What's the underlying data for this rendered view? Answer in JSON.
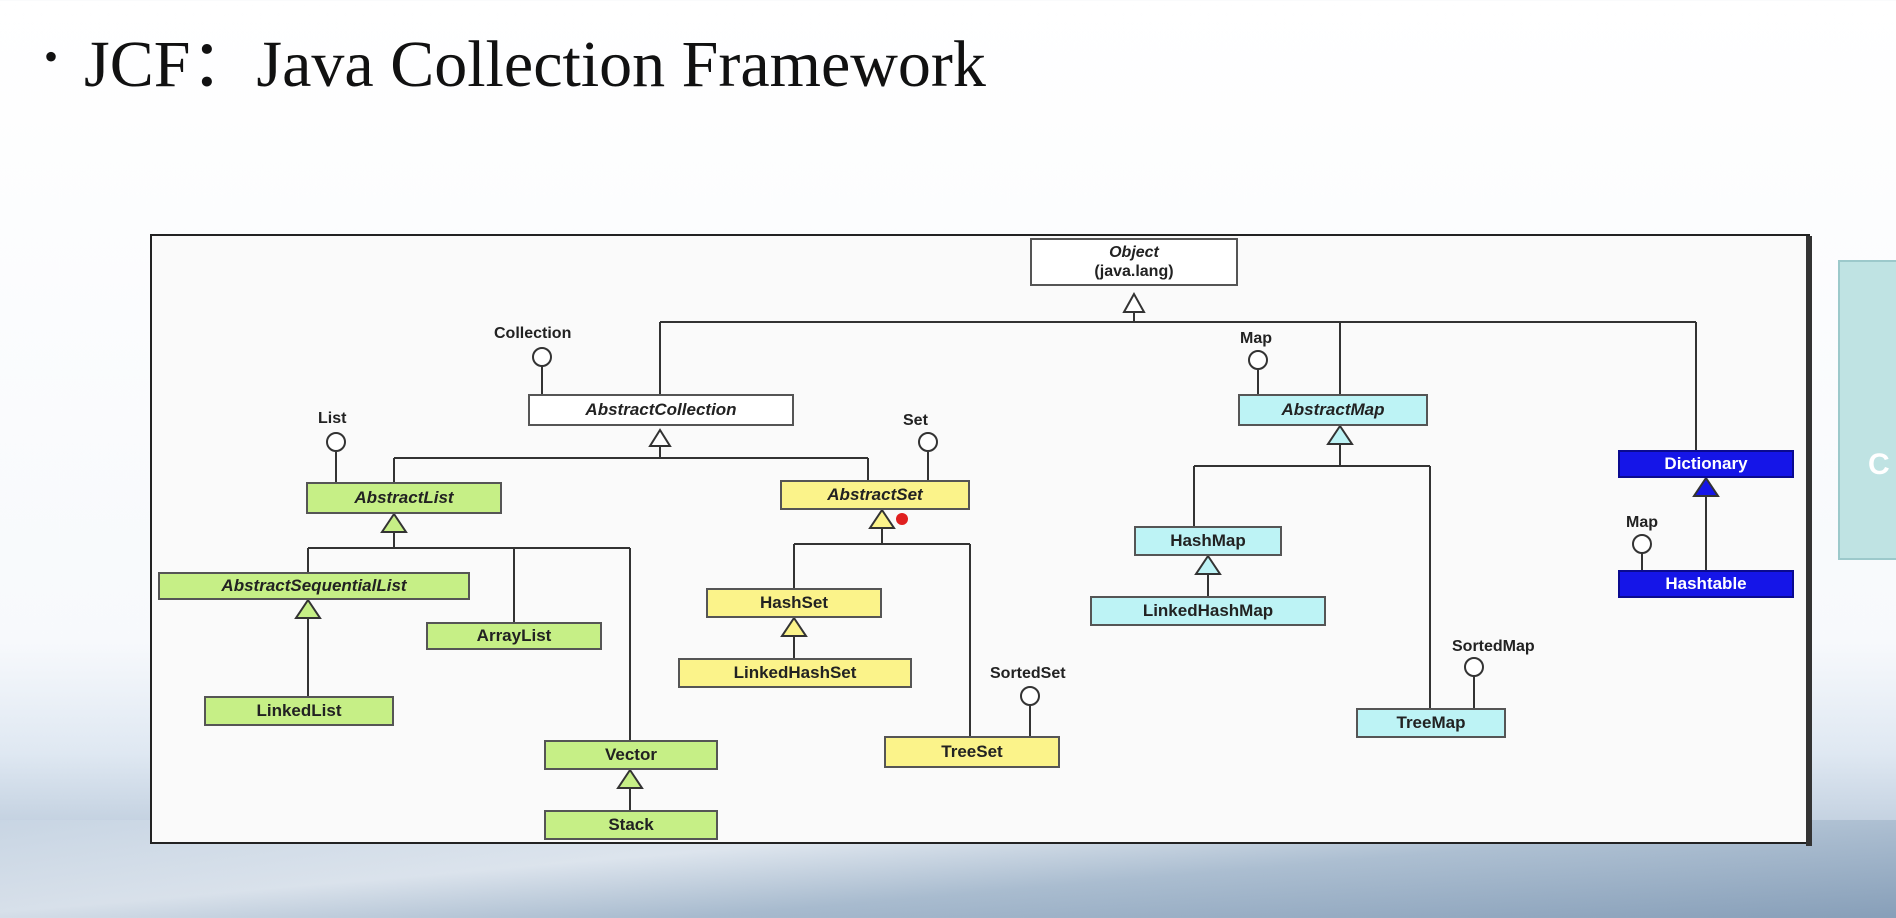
{
  "slide": {
    "bullet": "•",
    "title": "JCF：Java Collection Framework",
    "side_letter": "C"
  },
  "diagram": {
    "object": {
      "name": "Object",
      "package": "(java.lang)"
    },
    "interfaces": {
      "collection": "Collection",
      "list": "List",
      "set": "Set",
      "map_top": "Map",
      "map_hashtable": "Map",
      "sorted_set": "SortedSet",
      "sorted_map": "SortedMap"
    },
    "classes": {
      "abstract_collection": "AbstractCollection",
      "abstract_list": "AbstractList",
      "abstract_set": "AbstractSet",
      "abstract_sequential_list": "AbstractSequentialList",
      "array_list": "ArrayList",
      "linked_list": "LinkedList",
      "vector": "Vector",
      "stack": "Stack",
      "hash_set": "HashSet",
      "linked_hash_set": "LinkedHashSet",
      "tree_set": "TreeSet",
      "abstract_map": "AbstractMap",
      "hash_map": "HashMap",
      "linked_hash_map": "LinkedHashMap",
      "tree_map": "TreeMap",
      "dictionary": "Dictionary",
      "hashtable": "Hashtable"
    },
    "colors": {
      "list_family": "#c6ef86",
      "set_family": "#fbf38a",
      "map_family": "#bdf3f5",
      "legacy": "#1515e8"
    }
  }
}
